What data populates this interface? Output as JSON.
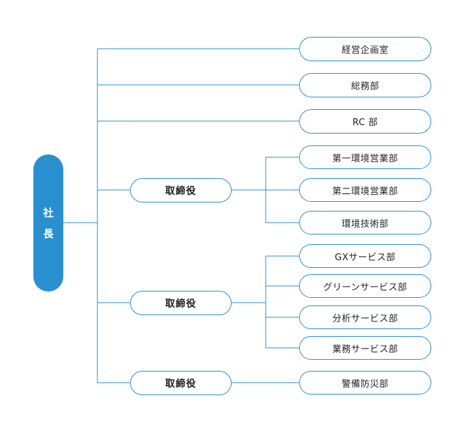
{
  "ceo": {
    "char1": "社",
    "char2": "長"
  },
  "executives": [
    "取締役",
    "取締役",
    "取締役"
  ],
  "departments": {
    "direct": [
      "経営企画室",
      "総務部",
      "RC 部"
    ],
    "exec1": [
      "第一環境営業部",
      "第二環境営業部",
      "環境技術部"
    ],
    "exec2": [
      "GXサービス部",
      "グリーンサービス部",
      "分析サービス部",
      "業務サービス部"
    ],
    "exec3": [
      "警備防災部"
    ]
  },
  "colors": {
    "accent": "#2a8fce",
    "line": "#2a8fce"
  }
}
